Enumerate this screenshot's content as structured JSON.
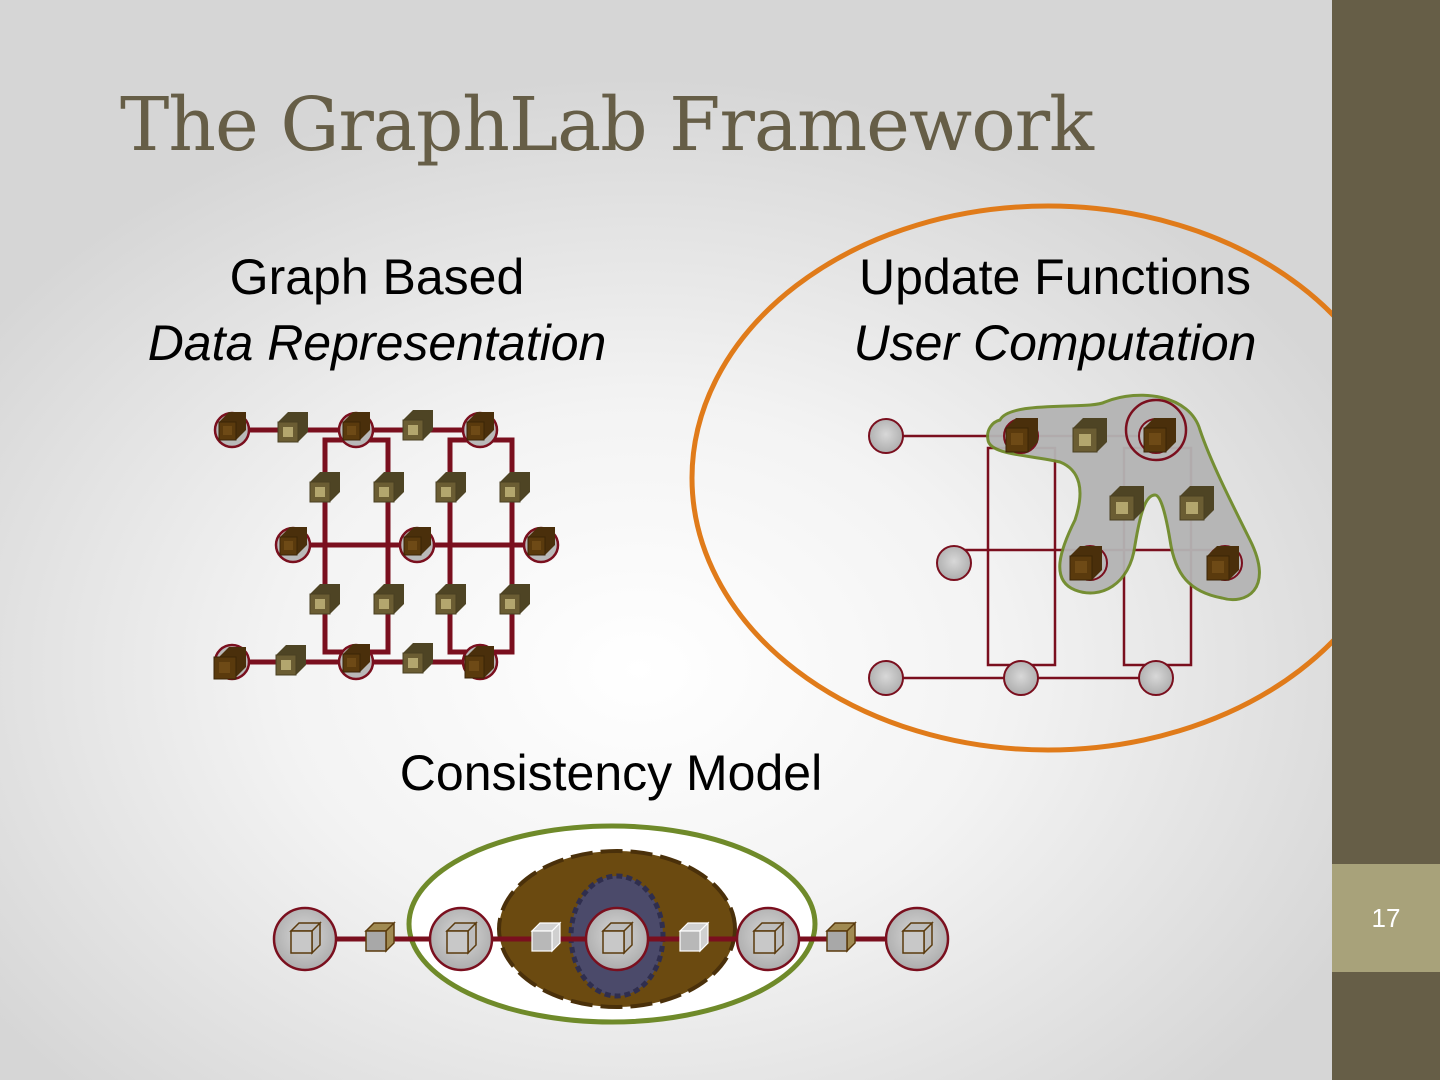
{
  "slide": {
    "title": "The GraphLab Framework",
    "page_number": "17",
    "colors": {
      "title": "#665e47",
      "sidebar": "#665e47",
      "page_box": "#a8a27a",
      "highlight_ellipse": "#e07b1a",
      "edge": "#7a0f1e"
    }
  },
  "sections": {
    "graph": {
      "line1": "Graph Based",
      "line2": "Data Representation"
    },
    "update": {
      "line1": "Update Functions",
      "line2": "User Computation"
    },
    "consistency": {
      "line1": "Consistency Model"
    }
  }
}
